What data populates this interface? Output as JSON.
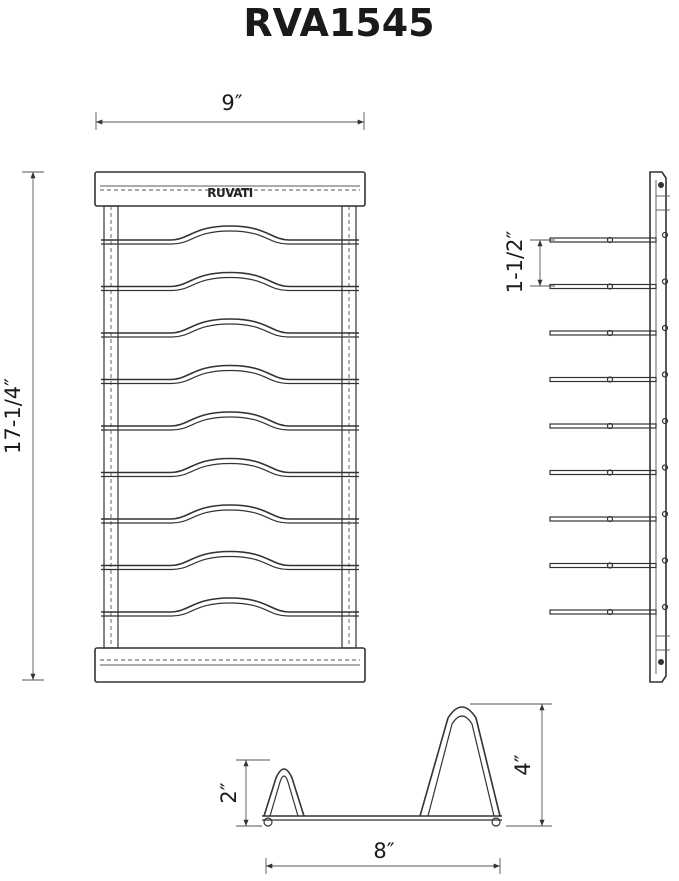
{
  "title": "RVA1545",
  "dimensions": {
    "width": "9″",
    "height": "17-1/4″",
    "spacing": "1-1/2″",
    "low_height": "2″",
    "high_height": "4″",
    "depth": "8″"
  },
  "logo_text": "RUVATI",
  "rack_count": 9
}
